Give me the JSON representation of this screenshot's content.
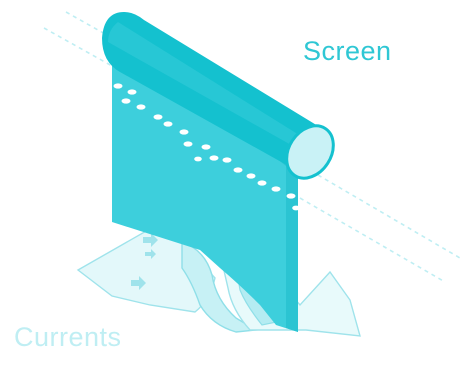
{
  "labels": {
    "screen": "Screen",
    "currents": "Currents"
  },
  "colors": {
    "screen_label": "#2fc7d4",
    "currents_label": "#bfeef3",
    "roller": "#14c1cf",
    "roller_end": "#c9f2f6",
    "screen_panel": "#3dcfdc",
    "screen_panel_shade": "#2bc4d2",
    "fabric_light": "#d9f6f9",
    "fabric_mid": "#b4ecf2",
    "fabric_outline": "#8fdfe8",
    "dots": "#ffffff",
    "guide_lines": "#bfeef3"
  },
  "icons": [
    "roller",
    "screen-panel",
    "dot-pattern",
    "fabric-current",
    "arrow-icon"
  ]
}
